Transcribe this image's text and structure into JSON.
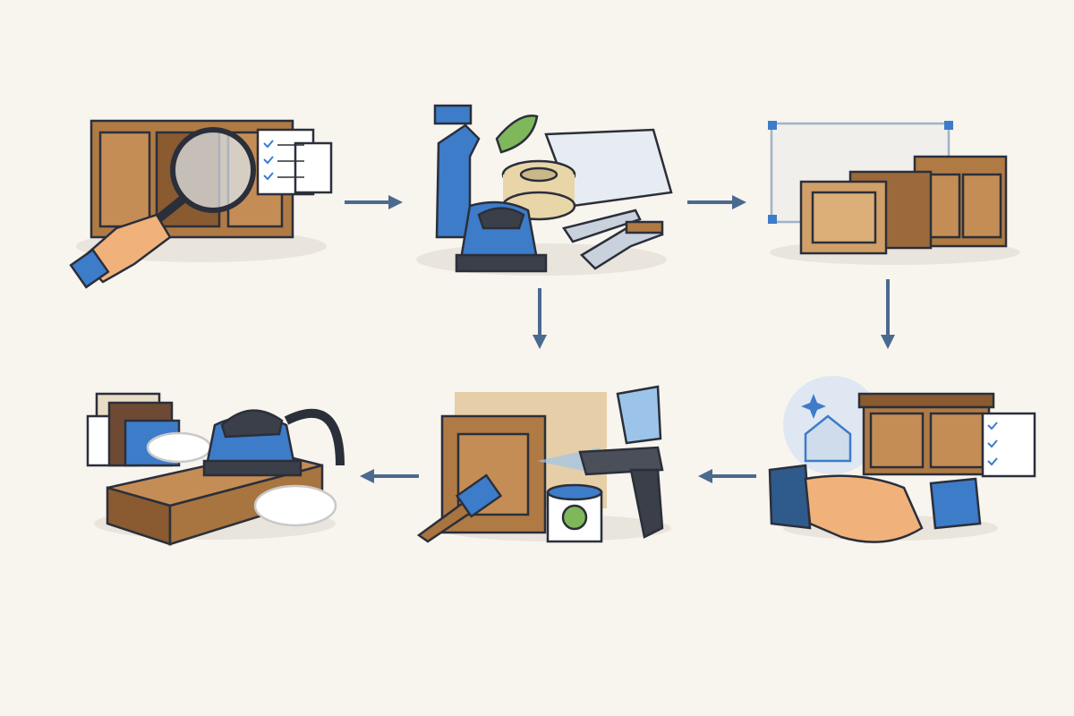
{
  "diagram": {
    "steps": [
      {
        "icon": "inspection-magnifier-cabinet-icon"
      },
      {
        "icon": "cleaning-supplies-sander-icon"
      },
      {
        "icon": "masked-cabinet-doors-icon"
      },
      {
        "icon": "sanding-wood-panel-icon"
      },
      {
        "icon": "spray-painting-door-icon"
      },
      {
        "icon": "handshake-finished-cabinet-icon"
      }
    ],
    "flow": [
      "1-right-2",
      "2-right-3",
      "2-down-5",
      "3-down-6",
      "6-left-5",
      "5-left-4"
    ]
  },
  "colors": {
    "background": "#f8f4ee",
    "arrow": "#4a6a8f",
    "wood": "#b07a45",
    "wood_dark": "#7a4f2a",
    "tool_blue": "#3d7cc9",
    "outline": "#2b2f3a"
  }
}
